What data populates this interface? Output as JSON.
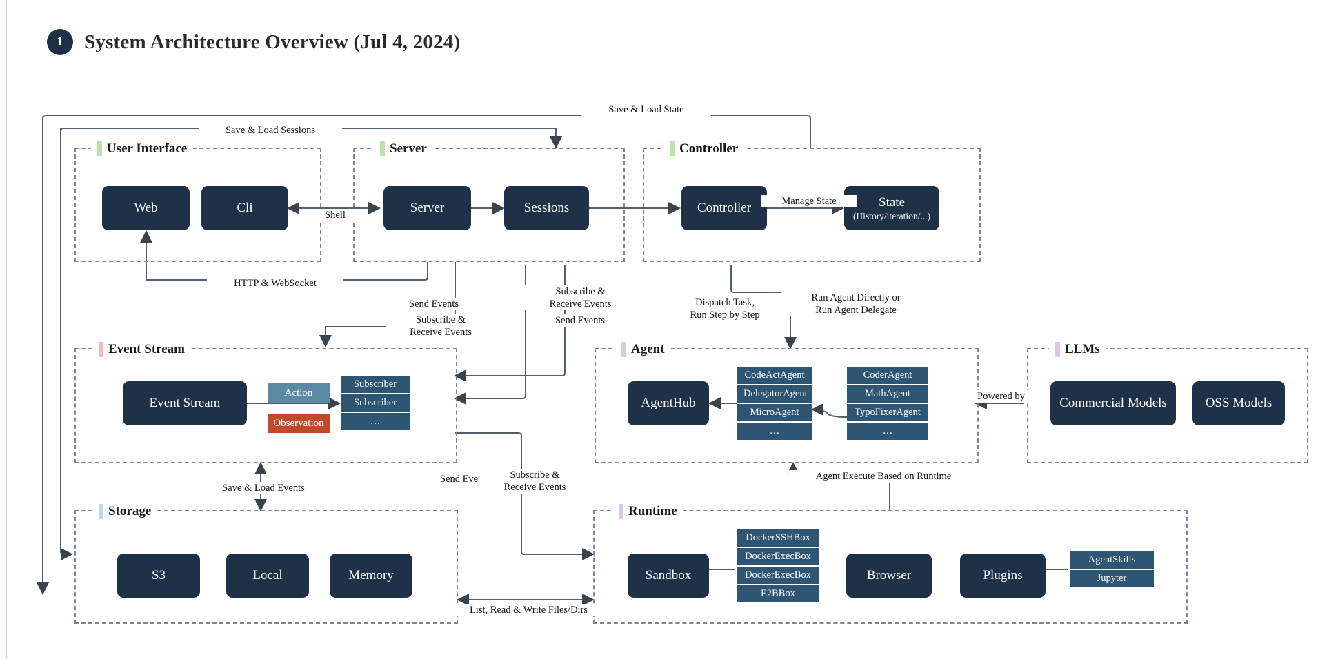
{
  "header": {
    "badge": "1",
    "title": "System Architecture Overview (Jul 4, 2024)"
  },
  "colors": {
    "node_fill": "#1e3146",
    "stack_fill": "#2e5573",
    "action_fill": "#5a8aa3",
    "observation_fill": "#c0492b",
    "frame_stroke": "#7b8794",
    "wire_stroke": "#555f6a",
    "bar_green": "#bfe0a8",
    "bar_pink": "#f6b9b6",
    "bar_purple": "#ddc6e8",
    "bar_blue": "#bcd8f0"
  },
  "groups": [
    {
      "name": "user-interface",
      "label": "User Interface",
      "bar": "#bfe0a8"
    },
    {
      "name": "server",
      "label": "Server",
      "bar": "#bfe0a8"
    },
    {
      "name": "controller",
      "label": "Controller",
      "bar": "#bfe0a8"
    },
    {
      "name": "event-stream",
      "label": "Event Stream",
      "bar": "#f6b9b6"
    },
    {
      "name": "agent",
      "label": "Agent",
      "bar": "#ddc6e8"
    },
    {
      "name": "llms",
      "label": "LLMs",
      "bar": "#ddc6e8"
    },
    {
      "name": "storage",
      "label": "Storage",
      "bar": "#bcd8f0"
    },
    {
      "name": "runtime",
      "label": "Runtime",
      "bar": "#ddc6e8"
    }
  ],
  "nodes": {
    "web": "Web",
    "cli": "Cli",
    "server": "Server",
    "sessions": "Sessions",
    "controller": "Controller",
    "state_title": "State",
    "state_sub": "(History/iteration/...)",
    "event_stream": "Event Stream",
    "agent_hub": "AgentHub",
    "commercial_models": "Commercial Models",
    "oss_models": "OSS Models",
    "s3": "S3",
    "local": "Local",
    "memory": "Memory",
    "sandbox": "Sandbox",
    "browser": "Browser",
    "plugins": "Plugins"
  },
  "chips": {
    "action": "Action",
    "observation": "Observation"
  },
  "stacks": {
    "subscribers": [
      "Subscriber",
      "Subscriber",
      "…"
    ],
    "agents_left": [
      "CodeActAgent",
      "DelegatorAgent",
      "MicroAgent",
      "…"
    ],
    "agents_right": [
      "CoderAgent",
      "MathAgent",
      "TypoFixerAgent",
      "…"
    ],
    "sandboxes": [
      "DockerSSHBox",
      "DockerExecBox",
      "DockerExecBox",
      "E2BBox"
    ],
    "plugin_items": [
      "AgentSkills",
      "Jupyter"
    ]
  },
  "edge_labels": {
    "save_load_state": "Save & Load State",
    "save_load_sessions": "Save & Load Sessions",
    "shell": "Shell",
    "manage_state": "Manage State",
    "http_websocket": "HTTP & WebSocket",
    "send_events_a": "Send Events",
    "subscribe_receive_a": "Subscribe &\nReceive Events",
    "subscribe_receive_b": "Subscribe &\nReceive Events",
    "send_events_b": "Send Events",
    "dispatch_task": "Dispatch Task,\nRun Step by Step",
    "run_agent": "Run Agent Directly or\nRun Agent Delegate",
    "powered_by": "Powered by",
    "save_load_events": "Save & Load Events",
    "send_events_c": "Send Events",
    "subscribe_receive_c": "Subscribe &\nReceive Events",
    "agent_execute": "Agent Execute Based on Runtime",
    "list_read_write": "List, Read & Write Files/Dirs"
  }
}
